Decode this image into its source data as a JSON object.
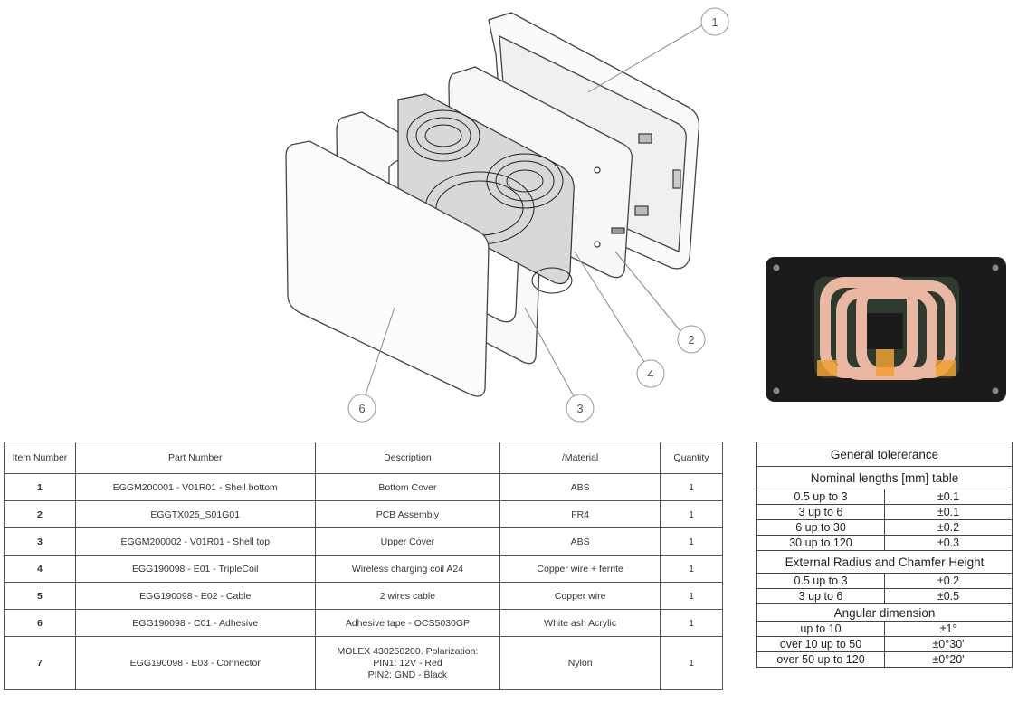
{
  "callouts": [
    "1",
    "2",
    "3",
    "4",
    "6"
  ],
  "bom": {
    "headers": [
      "Item Number",
      "Part Number",
      "Description",
      "/Material",
      "Quantity"
    ],
    "rows": [
      {
        "item": "1",
        "part": "EGGM200001 - V01R01 - Shell bottom",
        "description": "Bottom Cover",
        "material": "ABS",
        "qty": "1"
      },
      {
        "item": "2",
        "part": "EGGTX025_S01G01",
        "description": "PCB Assembly",
        "material": "FR4",
        "qty": "1"
      },
      {
        "item": "3",
        "part": "EGGM200002 - V01R01 - Shell top",
        "description": "Upper Cover",
        "material": "ABS",
        "qty": "1"
      },
      {
        "item": "4",
        "part": "EGG190098 - E01 - TripleCoil",
        "description": "Wireless charging coil A24",
        "material": "Copper wire + ferrite",
        "qty": "1"
      },
      {
        "item": "5",
        "part": "EGG190098 - E02 - Cable",
        "description": "2 wires cable",
        "material": "Copper wire",
        "qty": "1"
      },
      {
        "item": "6",
        "part": "EGG190098 - C01 - Adhesive",
        "description": "Adhesive tape - OCS5030GP",
        "material": "White ash Acrylic",
        "qty": "1"
      }
    ],
    "row7": {
      "item": "7",
      "part": "EGG190098 - E03 - Connector",
      "description_lines": [
        "MOLEX 430250200. Polarization:",
        "PIN1: 12V - Red",
        "PIN2: GND - Black"
      ],
      "material": "Nylon",
      "qty": "1"
    }
  },
  "tolerance": {
    "title": "General tolererance",
    "nominal_title": "Nominal lengths [mm] table",
    "nominal": [
      {
        "range": "0.5 up to 3",
        "tol": "±0.1"
      },
      {
        "range": "3 up to 6",
        "tol": "±0.1"
      },
      {
        "range": "6 up to 30",
        "tol": "±0.2"
      },
      {
        "range": "30 up to 120",
        "tol": "±0.3"
      }
    ],
    "radius_title": "External Radius and Chamfer Height",
    "radius": [
      {
        "range": "0.5 up to 3",
        "tol": "±0.2"
      },
      {
        "range": "3 up to 6",
        "tol": "±0.5"
      }
    ],
    "angular_title": "Angular dimension",
    "angular": [
      {
        "range": "up to 10",
        "tol": "±1°"
      },
      {
        "range": "over 10 up to 50",
        "tol": "±0°30'"
      },
      {
        "range": "over 50 up to 120",
        "tol": "±0°20'"
      }
    ]
  },
  "colors": {
    "line": "#444444",
    "photo_housing": "#1a1a1a",
    "coil_copper": "#e8b4a0",
    "tape_orange": "#f0a030"
  }
}
